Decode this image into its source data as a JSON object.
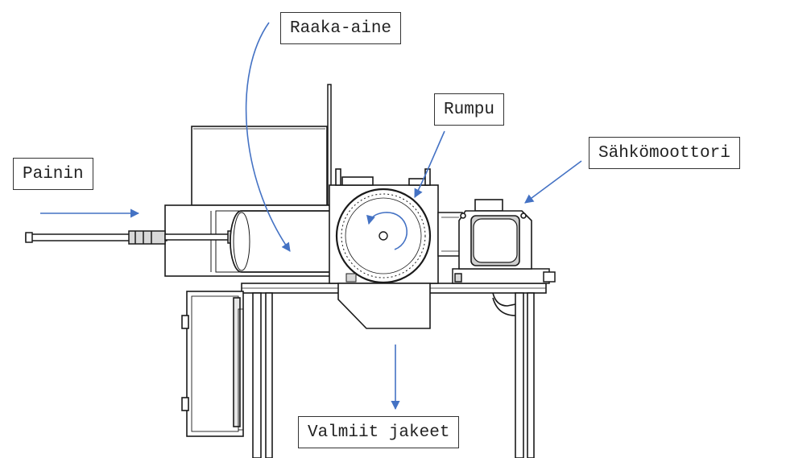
{
  "labels": {
    "raaka_aine": "Raaka-aine",
    "rumpu": "Rumpu",
    "painin": "Painin",
    "sahkomoottori": "Sähkömoottori",
    "valmiit_jakeet": "Valmiit jakeet"
  },
  "colors": {
    "arrow": "#4472c4",
    "line": "#1a1a1a",
    "shading": "#9a9a9a",
    "label_border": "#333333"
  }
}
